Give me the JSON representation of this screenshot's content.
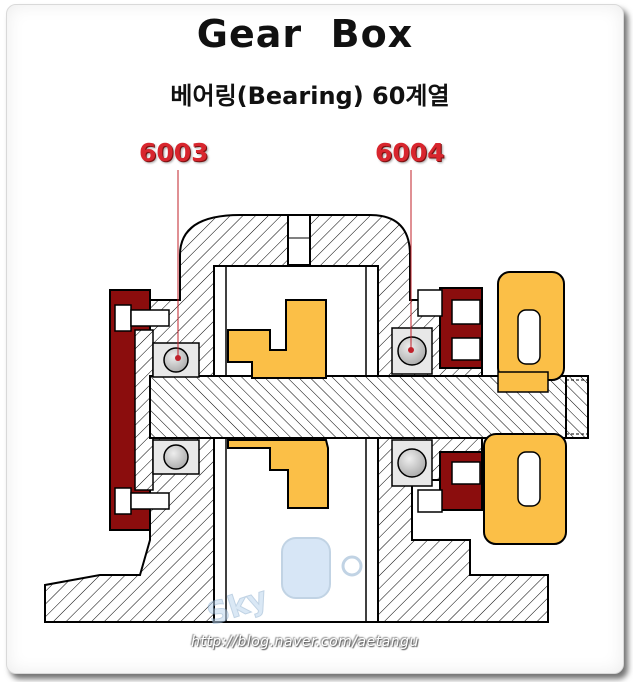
{
  "header": {
    "title": "Gear  Box",
    "subtitle": "베어링(Bearing)  60계열"
  },
  "callouts": {
    "left_bearing": "6003",
    "right_bearing": "6004"
  },
  "watermark": {
    "logo_text": "Sky",
    "url": "http://blog.naver.com/aetangu"
  },
  "colors": {
    "title": "#111111",
    "callout": "#d8262e",
    "gear": "#fbbf47",
    "seal": "#8b0d0d",
    "bearing_ball": "#c8c8c8",
    "outline": "#000000"
  }
}
